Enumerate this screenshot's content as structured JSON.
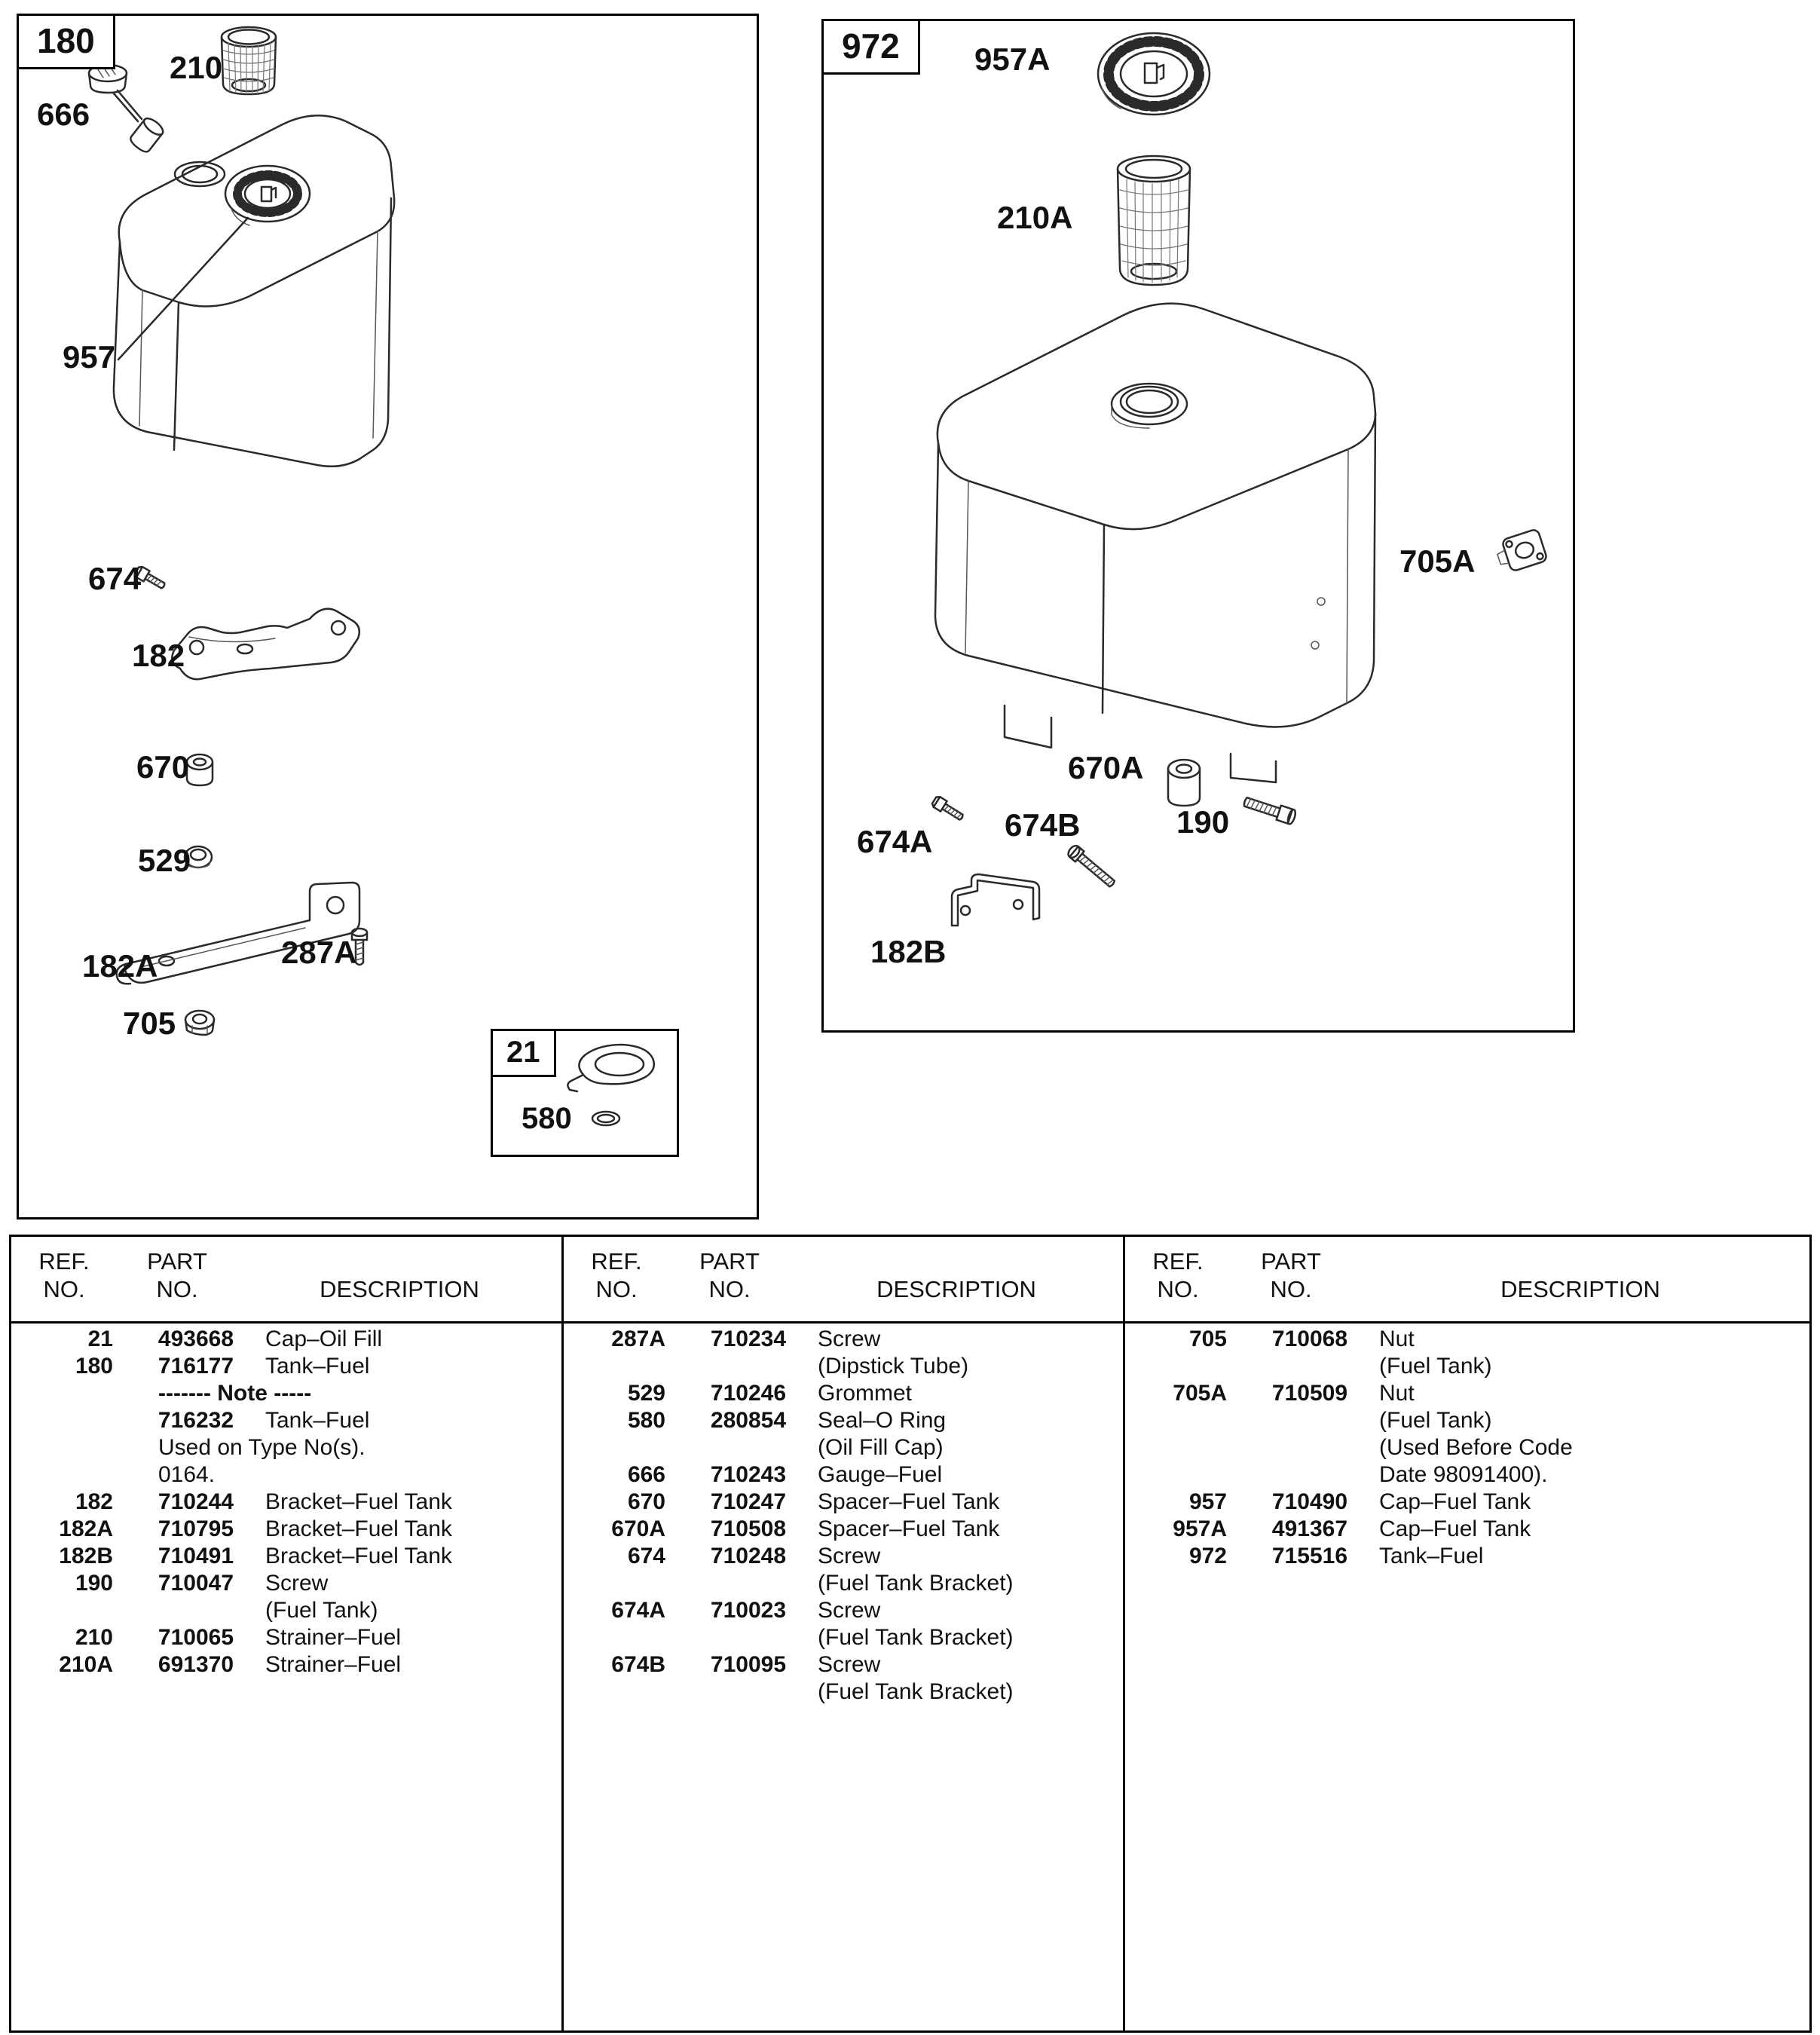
{
  "page": {
    "background": "#ffffff",
    "ink": "#1a1a1a"
  },
  "diagram_left": {
    "box_label": "180",
    "part_labels": [
      "666",
      "210",
      "957",
      "674",
      "182",
      "670",
      "529",
      "182A",
      "287A",
      "705"
    ],
    "inset": {
      "box_label": "21",
      "part_label": "580"
    }
  },
  "diagram_right": {
    "box_label": "972",
    "part_labels": [
      "957A",
      "210A",
      "705A",
      "670A",
      "674A",
      "674B",
      "190",
      "182B"
    ]
  },
  "table": {
    "header": {
      "ref_line1": "REF.",
      "ref_line2": "NO.",
      "part_line1": "PART",
      "part_line2": "NO.",
      "desc": "DESCRIPTION"
    },
    "columns": [
      {
        "rows": [
          {
            "ref": "21",
            "part": "493668",
            "desc": [
              "Cap–Oil Fill"
            ]
          },
          {
            "ref": "180",
            "part": "716177",
            "desc": [
              "Tank–Fuel"
            ]
          },
          {
            "note": "------- Note -----",
            "bold": true
          },
          {
            "ref": "",
            "part": "716232",
            "desc": [
              "Tank–Fuel"
            ]
          },
          {
            "note": "Used on Type No(s)."
          },
          {
            "note": "0164."
          },
          {
            "ref": "182",
            "part": "710244",
            "desc": [
              "Bracket–Fuel Tank"
            ]
          },
          {
            "ref": "182A",
            "part": "710795",
            "desc": [
              "Bracket–Fuel Tank"
            ]
          },
          {
            "ref": "182B",
            "part": "710491",
            "desc": [
              "Bracket–Fuel Tank"
            ]
          },
          {
            "ref": "190",
            "part": "710047",
            "desc": [
              "Screw",
              "(Fuel Tank)"
            ]
          },
          {
            "ref": "210",
            "part": "710065",
            "desc": [
              "Strainer–Fuel"
            ]
          },
          {
            "ref": "210A",
            "part": "691370",
            "desc": [
              "Strainer–Fuel"
            ]
          }
        ]
      },
      {
        "rows": [
          {
            "ref": "287A",
            "part": "710234",
            "desc": [
              "Screw",
              "(Dipstick Tube)"
            ]
          },
          {
            "ref": "529",
            "part": "710246",
            "desc": [
              "Grommet"
            ]
          },
          {
            "ref": "580",
            "part": "280854",
            "desc": [
              "Seal–O Ring",
              "(Oil Fill Cap)"
            ]
          },
          {
            "ref": "666",
            "part": "710243",
            "desc": [
              "Gauge–Fuel"
            ]
          },
          {
            "ref": "670",
            "part": "710247",
            "desc": [
              "Spacer–Fuel Tank"
            ]
          },
          {
            "ref": "670A",
            "part": "710508",
            "desc": [
              "Spacer–Fuel Tank"
            ]
          },
          {
            "ref": "674",
            "part": "710248",
            "desc": [
              "Screw",
              "(Fuel Tank Bracket)"
            ]
          },
          {
            "ref": "674A",
            "part": "710023",
            "desc": [
              "Screw",
              "(Fuel Tank Bracket)"
            ]
          },
          {
            "ref": "674B",
            "part": "710095",
            "desc": [
              "Screw",
              "(Fuel Tank Bracket)"
            ]
          }
        ]
      },
      {
        "rows": [
          {
            "ref": "705",
            "part": "710068",
            "desc": [
              "Nut",
              "(Fuel Tank)"
            ]
          },
          {
            "ref": "705A",
            "part": "710509",
            "desc": [
              "Nut",
              "(Fuel Tank)",
              "(Used Before Code",
              "Date 98091400)."
            ]
          },
          {
            "ref": "957",
            "part": "710490",
            "desc": [
              "Cap–Fuel Tank"
            ]
          },
          {
            "ref": "957A",
            "part": "491367",
            "desc": [
              "Cap–Fuel Tank"
            ]
          },
          {
            "ref": "972",
            "part": "715516",
            "desc": [
              "Tank–Fuel"
            ]
          }
        ]
      }
    ]
  }
}
